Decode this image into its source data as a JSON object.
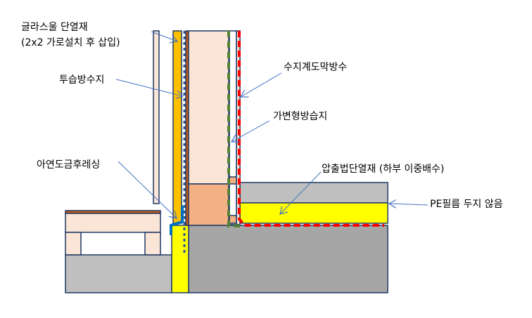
{
  "labels": {
    "glass_wool": "글라스울 단열재",
    "glass_wool_note": "(2x2 가로설치 후 삽입)",
    "breather_membrane": "투습방수지",
    "galvanized_flashing": "아연도금후레싱",
    "resin_coating": "수지계도막방수",
    "variable_vapor_barrier": "가변형방습지",
    "xps_insulation": "압출법단열재 (하부 이중배수)",
    "pe_film": "PE필름 두지 않음"
  },
  "colors": {
    "outline": "#1F3864",
    "arrow": "#4472C4",
    "glass_wool": "#FFC000",
    "xps": "#FFFF00",
    "wall_pink": "#FBE5D6",
    "wall_salmon": "#F4B183",
    "brown": "#C55A11",
    "concrete": "#A6A6A6",
    "light_grey": "#BFBFBF",
    "red_dash": "#FF0000",
    "green_dash": "#548235"
  }
}
